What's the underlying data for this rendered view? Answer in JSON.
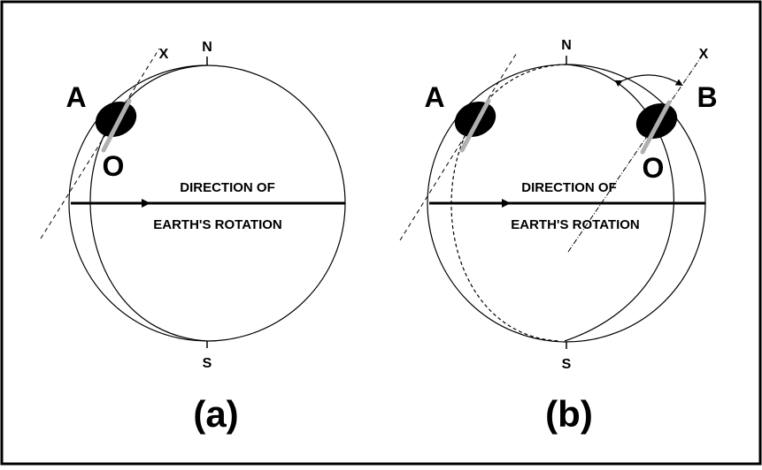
{
  "panel_a": {
    "north": "N",
    "south": "S",
    "axis": "X",
    "point_a": "A",
    "point_o": "O",
    "direction_line1": "DIRECTION OF",
    "direction_line2": "EARTH'S ROTATION",
    "caption": "(a)"
  },
  "panel_b": {
    "north": "N",
    "south": "S",
    "axis": "X",
    "point_a": "A",
    "point_b": "B",
    "point_o": "O",
    "direction_line1": "DIRECTION OF",
    "direction_line2": "EARTH'S ROTATION",
    "caption": "(b)"
  }
}
